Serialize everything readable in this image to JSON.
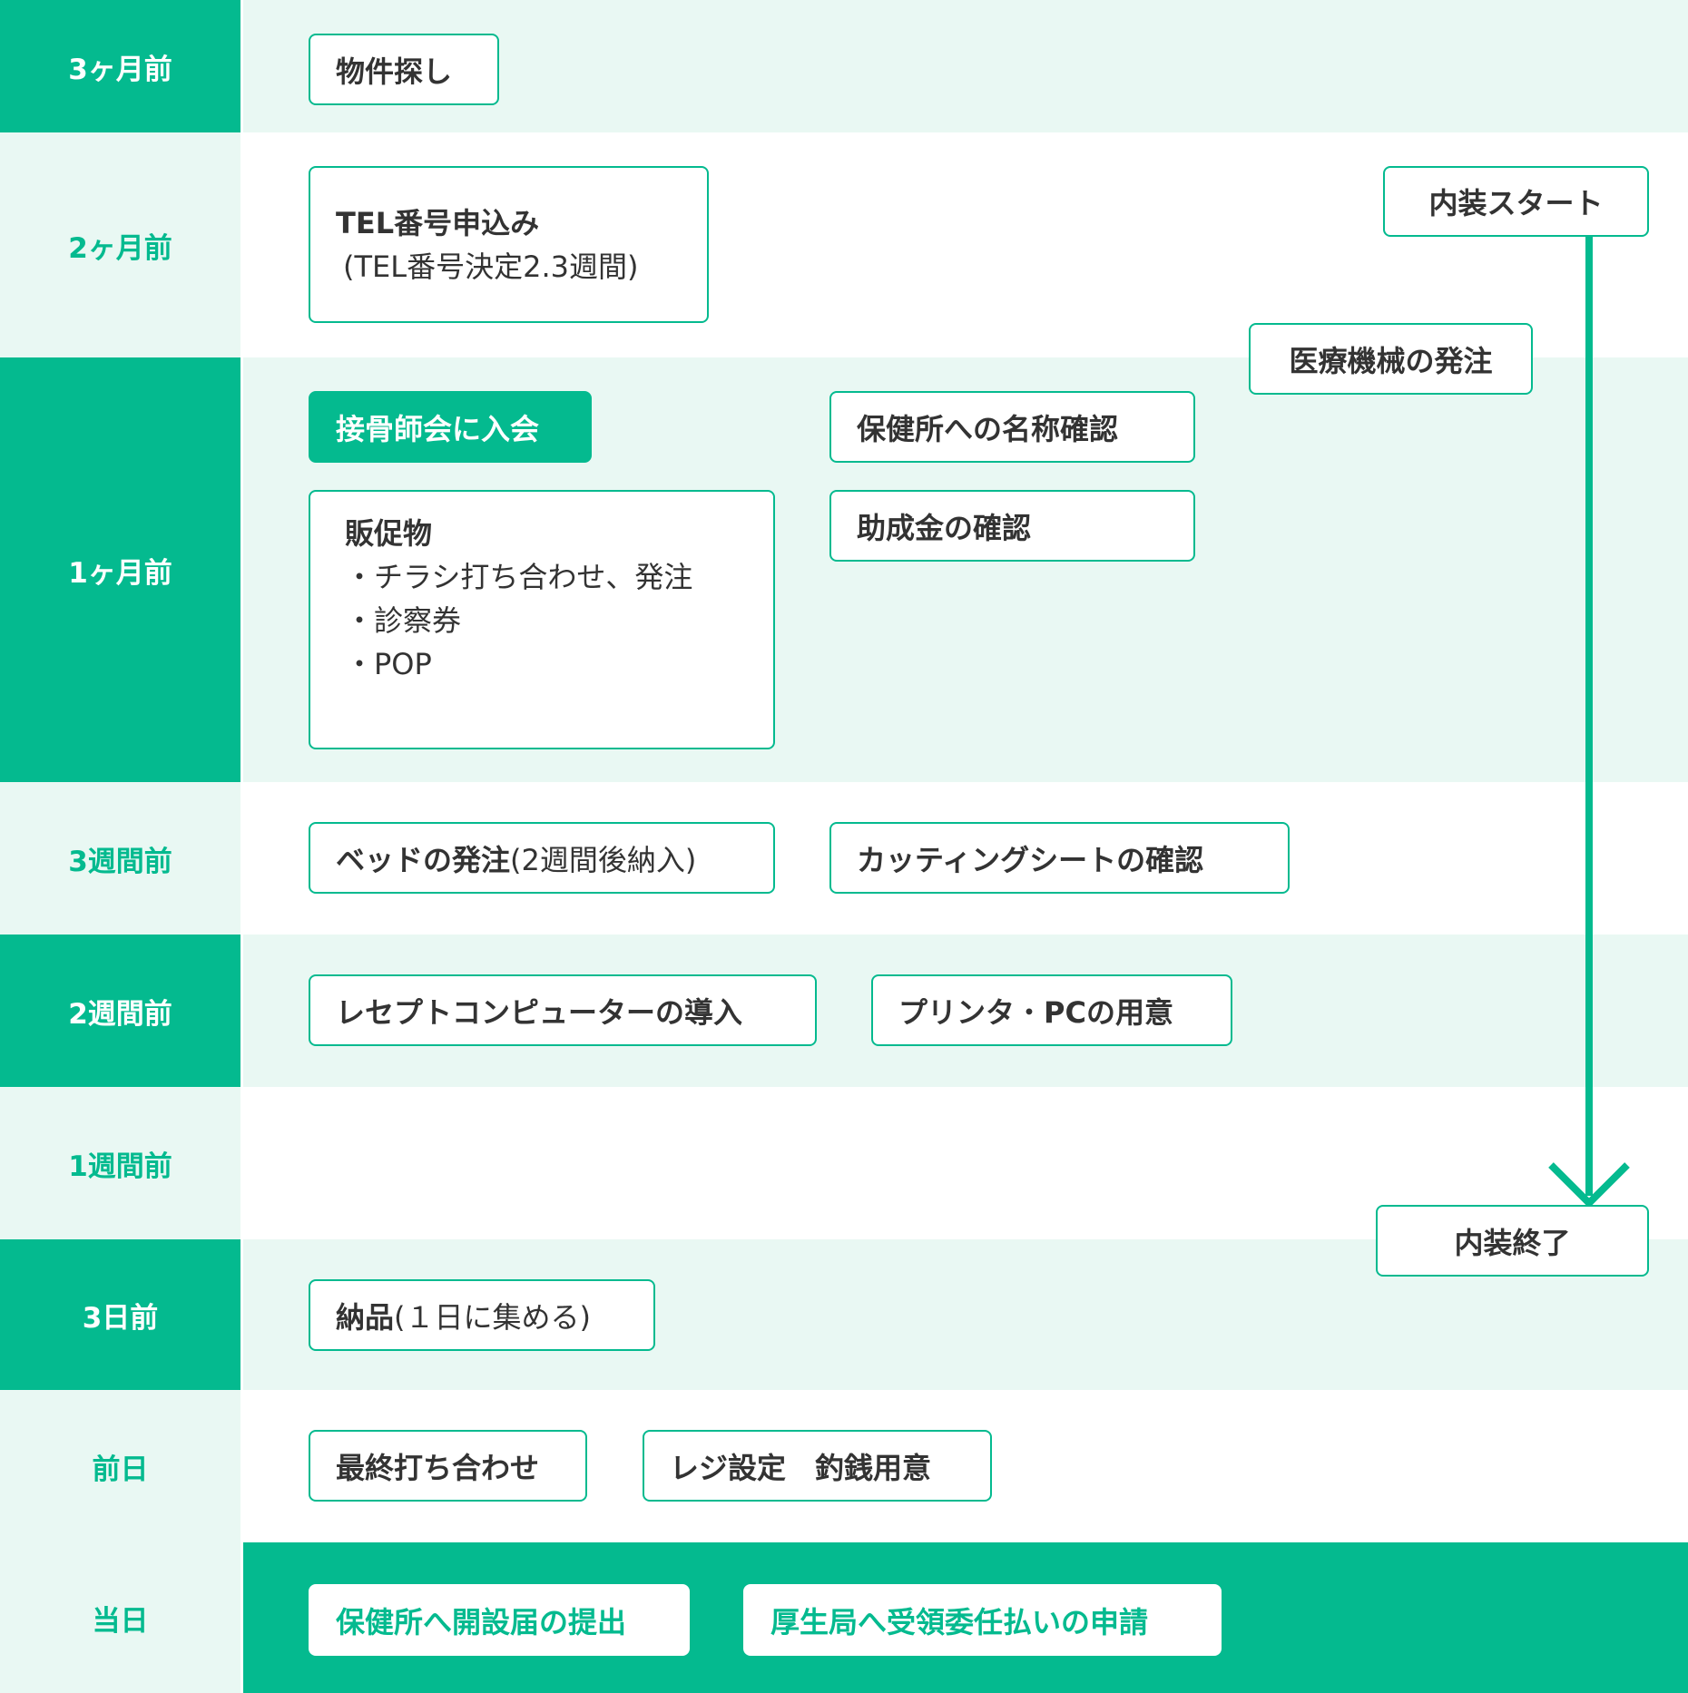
{
  "colors": {
    "accent": "#04ba8f",
    "tint": "#e9f8f3",
    "text": "#333333",
    "white": "#ffffff"
  },
  "rows": [
    {
      "label": "3ヶ月前"
    },
    {
      "label": "2ヶ月前"
    },
    {
      "label": "1ヶ月前"
    },
    {
      "label": "3週間前"
    },
    {
      "label": "2週間前"
    },
    {
      "label": "1週間前"
    },
    {
      "label": "3日前"
    },
    {
      "label": "前日"
    },
    {
      "label": "当日"
    }
  ],
  "tasks": {
    "bukken": "物件探し",
    "tel_title": "TEL番号申込み",
    "tel_sub": "(TEL番号決定2.3週間)",
    "naisou_start": "内装スタート",
    "iryou_kikai": "医療機械の発注",
    "sekkotsu": "接骨師会に入会",
    "hokenjo_meisho": "保健所への名称確認",
    "hansoku_title": "販促物",
    "hansoku_items": [
      "・チラシ打ち合わせ、発注",
      "・診察券",
      "・POP"
    ],
    "joseikin": "助成金の確認",
    "bed_title": "ベッドの発注",
    "bed_sub": " (2週間後納入)",
    "cutting": "カッティングシートの確認",
    "rece": "レセプトコンピューターの導入",
    "printer_a": "プリンタ",
    "printer_dot": "・",
    "printer_b": "PCの用意",
    "naisou_end": "内装終了",
    "nouhin_title": "納品",
    "nouhin_sub": "(１日に集める)",
    "saishu": "最終打ち合わせ",
    "reji": "レジ設定　釣銭用意",
    "hokenjo_kaisetsu": "保健所へ開設届の提出",
    "kouseikyoku": "厚生局へ受領委任払いの申請"
  }
}
